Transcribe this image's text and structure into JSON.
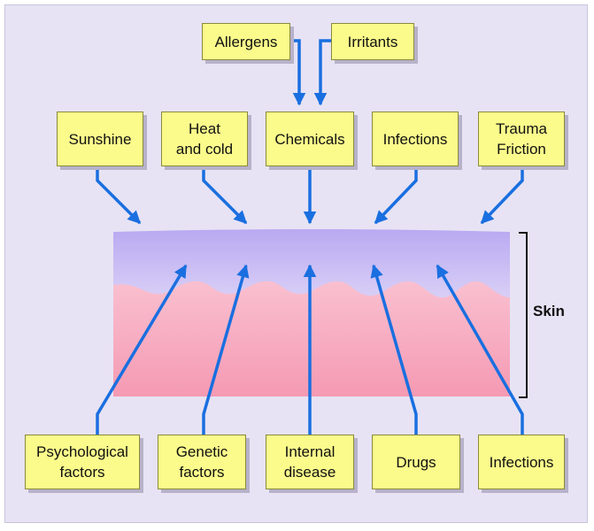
{
  "diagram": {
    "top_inputs": [
      {
        "id": "allergens",
        "lines": [
          "Allergens"
        ]
      },
      {
        "id": "irritants",
        "lines": [
          "Irritants"
        ]
      }
    ],
    "external_factors": [
      {
        "id": "sunshine",
        "lines": [
          "Sunshine"
        ]
      },
      {
        "id": "heat-and-cold",
        "lines": [
          "Heat",
          "and cold"
        ]
      },
      {
        "id": "chemicals",
        "lines": [
          "Chemicals"
        ]
      },
      {
        "id": "infections-external",
        "lines": [
          "Infections"
        ]
      },
      {
        "id": "trauma-friction",
        "lines": [
          "Trauma",
          "Friction"
        ]
      }
    ],
    "internal_factors": [
      {
        "id": "psychological-factors",
        "lines": [
          "Psychological",
          "factors"
        ]
      },
      {
        "id": "genetic-factors",
        "lines": [
          "Genetic",
          "factors"
        ]
      },
      {
        "id": "internal-disease",
        "lines": [
          "Internal",
          "disease"
        ]
      },
      {
        "id": "drugs",
        "lines": [
          "Drugs"
        ]
      },
      {
        "id": "infections-internal",
        "lines": [
          "Infections"
        ]
      }
    ],
    "skin_label": "Skin",
    "colors": {
      "box_fill": "#fbfb8c",
      "arrow": "#1a6fe0",
      "background": "#e7e3f4",
      "epidermis": "#c9bdf0",
      "dermis": "#f7b3c6"
    }
  }
}
